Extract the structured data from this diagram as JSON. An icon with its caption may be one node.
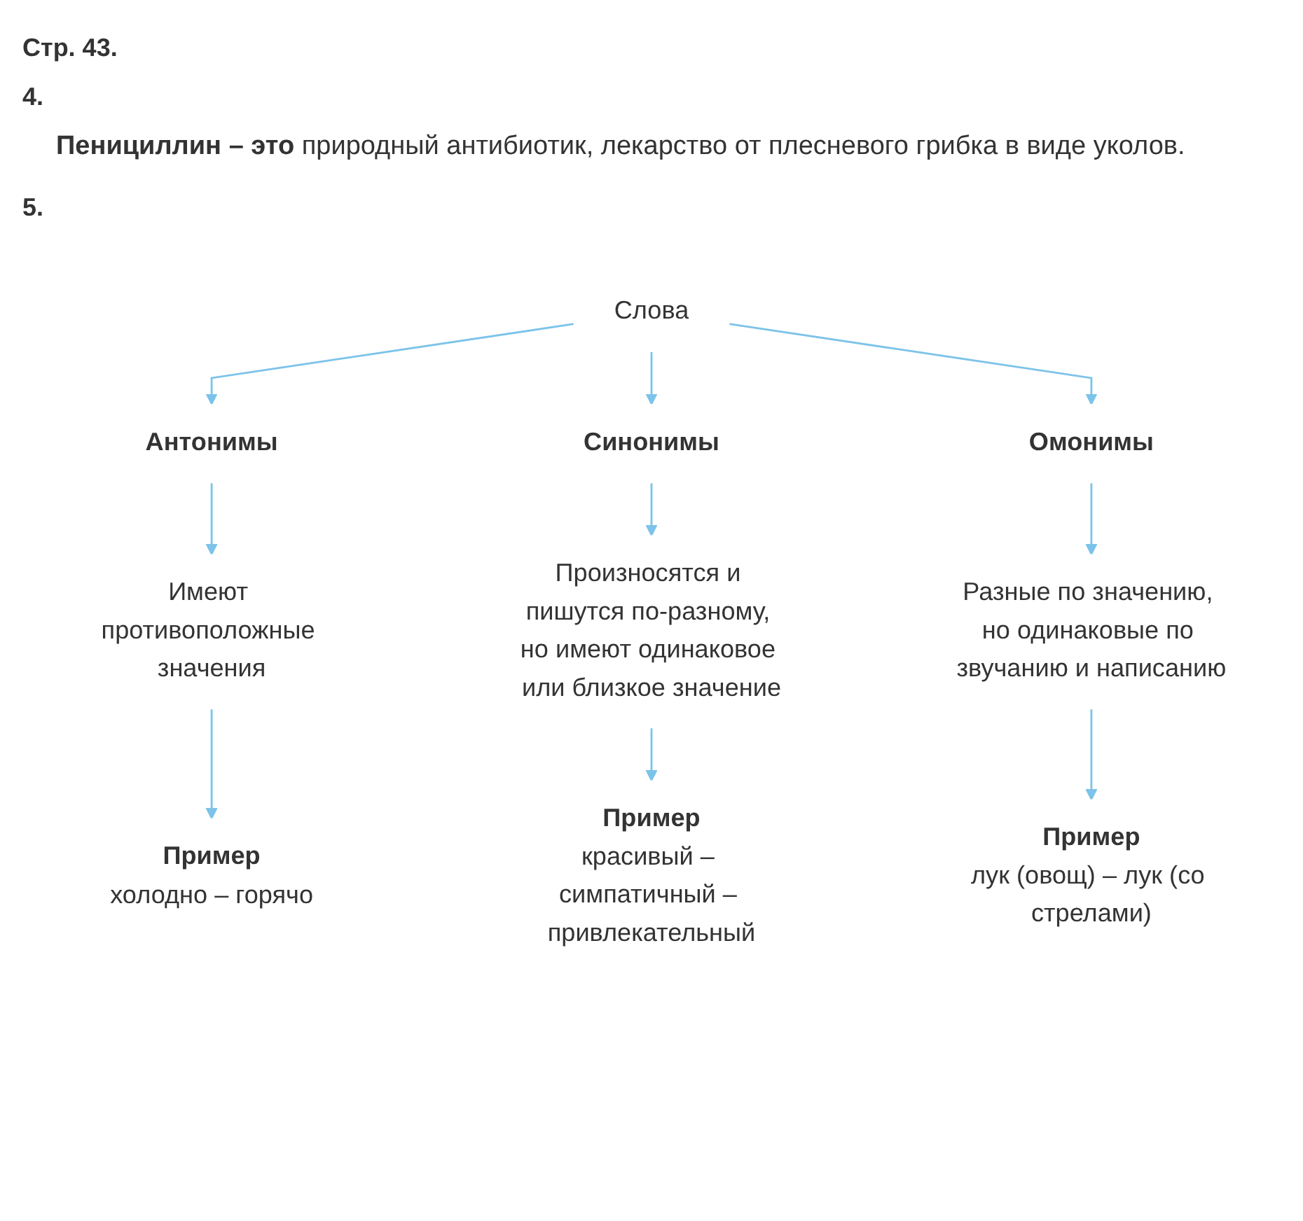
{
  "diagram": {
    "nodes": [
      {
        "text": [
          "Слова"
        ]
      },
      {
        "text": [
          "Антонимы"
        ]
      },
      {
        "text": [
          "Синонимы"
        ]
      },
      {
        "text": [
          "Омонимы"
        ]
      },
      {
        "text": [
          "Имеют противоположные значения"
        ]
      },
      {
        "text": [
          "Произносятся и пишутся по-разному, но имеют одинаковое или близкое значение"
        ]
      },
      {
        "text": [
          "Разные по значению, но одинаковые по звучанию и написанию"
        ]
      },
      {
        "text": [
          "Пример",
          "холодно – горячо"
        ]
      },
      {
        "text": [
          "Пример",
          "красивый – симпатичный – привлекательный"
        ]
      },
      {
        "text": [
          "Пример",
          "лук (овощ) – лук (со стрелами)"
        ]
      }
    ],
    "edges": [
      {
        "from": 0,
        "to": 1,
        "arrow": "to"
      },
      {
        "from": 0,
        "to": 2,
        "arrow": "to"
      },
      {
        "from": 0,
        "to": 3,
        "arrow": "to"
      },
      {
        "from": 1,
        "to": 4,
        "arrow": "to"
      },
      {
        "from": 2,
        "to": 5,
        "arrow": "to"
      },
      {
        "from": 3,
        "to": 6,
        "arrow": "to"
      },
      {
        "from": 4,
        "to": 7,
        "arrow": "to"
      },
      {
        "from": 5,
        "to": 8,
        "arrow": "to"
      },
      {
        "from": 6,
        "to": 9,
        "arrow": "to"
      }
    ],
    "labels": [
      "Стр. 43.",
      "4.",
      "**Пенициллин – это** природный антибиотик, лекарство от плесневого грибка в виде уколов.",
      "5."
    ]
  }
}
